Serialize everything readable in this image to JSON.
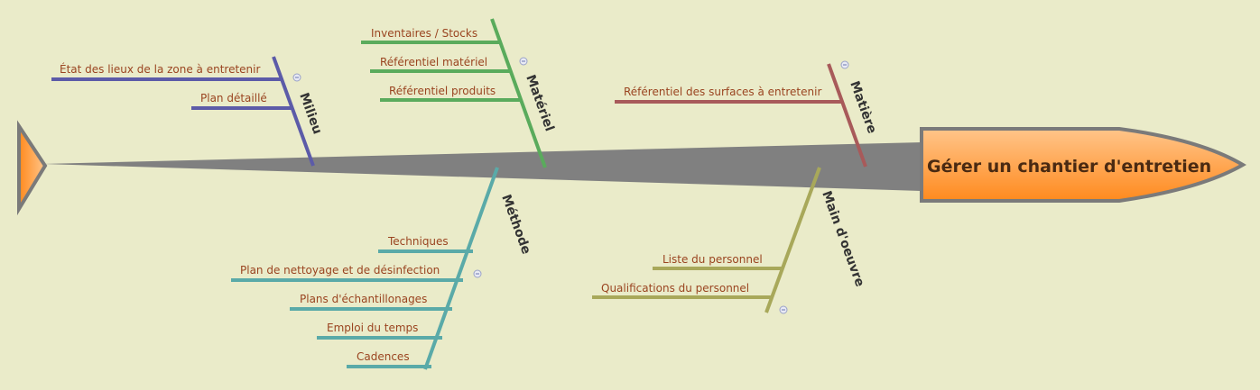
{
  "diagram": {
    "head": "Gérer un chantier d'entretien",
    "branches": [
      {
        "label": "Milieu",
        "color": "#5c5ba8",
        "items": [
          "État des lieux de la zone à entretenir",
          "Plan détaillé"
        ]
      },
      {
        "label": "Matériel",
        "color": "#5aab5c",
        "items": [
          "Inventaires / Stocks",
          "Référentiel matériel",
          "Référentiel produits"
        ]
      },
      {
        "label": "Matière",
        "color": "#a85a5a",
        "items": [
          "Référentiel des surfaces à entretenir"
        ]
      },
      {
        "label": "Méthode",
        "color": "#5aaaa8",
        "items": [
          "Techniques",
          "Plan de nettoyage et de désinfection",
          "Plans d'échantillonages",
          "Emploi du temps",
          "Cadences"
        ]
      },
      {
        "label": "Main d'oeuvre",
        "color": "#a8a85a",
        "items": [
          "Liste du personnel",
          "Qualifications du personnel"
        ]
      }
    ],
    "colors": {
      "spine": "#808080",
      "head_fill_top": "#ffbf80",
      "head_fill_bottom": "#ff8a1e",
      "head_border": "#7a7a7a",
      "leaf_text": "#9a4420"
    }
  }
}
